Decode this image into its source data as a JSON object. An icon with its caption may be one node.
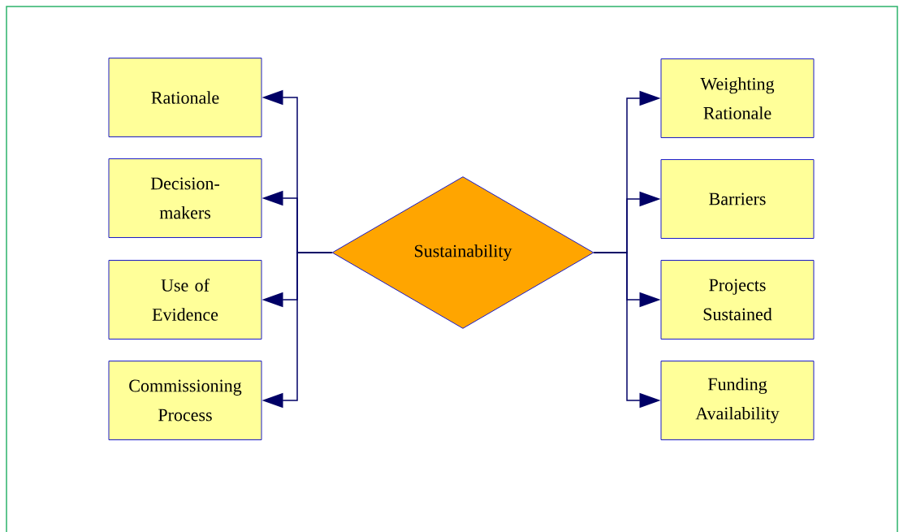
{
  "diagram": {
    "nodes": [
      {
        "text": [
          "Sustainability"
        ]
      },
      {
        "text": [
          "Rationale"
        ]
      },
      {
        "text": [
          "Decision-makers"
        ]
      },
      {
        "text": [
          "Use of Evidence"
        ]
      },
      {
        "text": [
          "Commissioning Process"
        ]
      },
      {
        "text": [
          "Weighting Rationale"
        ]
      },
      {
        "text": [
          "Barriers"
        ]
      },
      {
        "text": [
          "Projects Sustained"
        ]
      },
      {
        "text": [
          "Funding Availability"
        ]
      }
    ],
    "edges": [
      {
        "from": 0,
        "to": 1,
        "arrow": "to"
      },
      {
        "from": 0,
        "to": 2,
        "arrow": "to"
      },
      {
        "from": 0,
        "to": 3,
        "arrow": "to"
      },
      {
        "from": 0,
        "to": 4,
        "arrow": "to"
      },
      {
        "from": 0,
        "to": 5,
        "arrow": "to"
      },
      {
        "from": 0,
        "to": 6,
        "arrow": "to"
      },
      {
        "from": 0,
        "to": 7,
        "arrow": "to"
      },
      {
        "from": 0,
        "to": 8,
        "arrow": "to"
      }
    ]
  }
}
